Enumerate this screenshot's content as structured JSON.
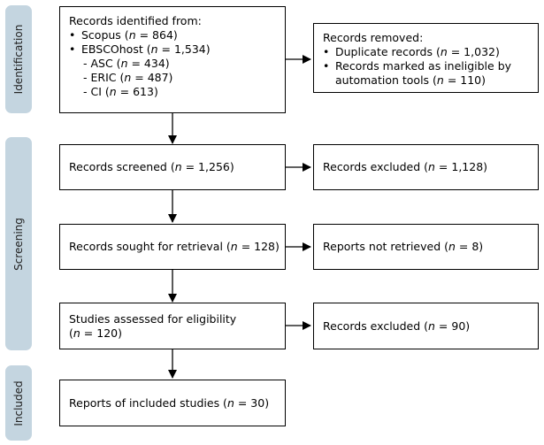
{
  "phases": {
    "identification": "Identification",
    "screening": "Screening",
    "included": "Included"
  },
  "identified": {
    "heading": "Records identified from:",
    "scopus": "Scopus (",
    "scopus_n": "n",
    "scopus_val": " = 864)",
    "ebsco": "EBSCOhost (",
    "ebsco_n": "n",
    "ebsco_val": " = 1,534)",
    "asc": "-   ASC (",
    "asc_n": "n",
    "asc_val": " = 434)",
    "eric": "-   ERIC (",
    "eric_n": "n",
    "eric_val": " = 487)",
    "ci": "-   CI (",
    "ci_n": "n",
    "ci_val": " = 613)"
  },
  "removed": {
    "heading": "Records removed:",
    "dup": "Duplicate records (",
    "dup_n": "n",
    "dup_val": " = 1,032)",
    "inel_1": "Records marked as ineligible by",
    "inel_2": "automation tools (",
    "inel_n": "n",
    "inel_val": " = 110)"
  },
  "screened": {
    "text": "Records screened (",
    "n": "n",
    "val": " = 1,256)"
  },
  "excluded_1": {
    "text": "Records excluded (",
    "n": "n",
    "val": " = 1,128)"
  },
  "sought": {
    "text": "Records sought for retrieval (",
    "n": "n",
    "val": " = 128)"
  },
  "not_retrieved": {
    "text": "Reports not retrieved (",
    "n": "n",
    "val": " = 8)"
  },
  "assessed": {
    "line1": "Studies assessed for eligibility",
    "text": "(",
    "n": "n",
    "val": " = 120)"
  },
  "excluded_2": {
    "text": "Records excluded (",
    "n": "n",
    "val": " = 90)"
  },
  "included_reports": {
    "text": "Reports of included studies (",
    "n": "n",
    "val": " = 30)"
  }
}
